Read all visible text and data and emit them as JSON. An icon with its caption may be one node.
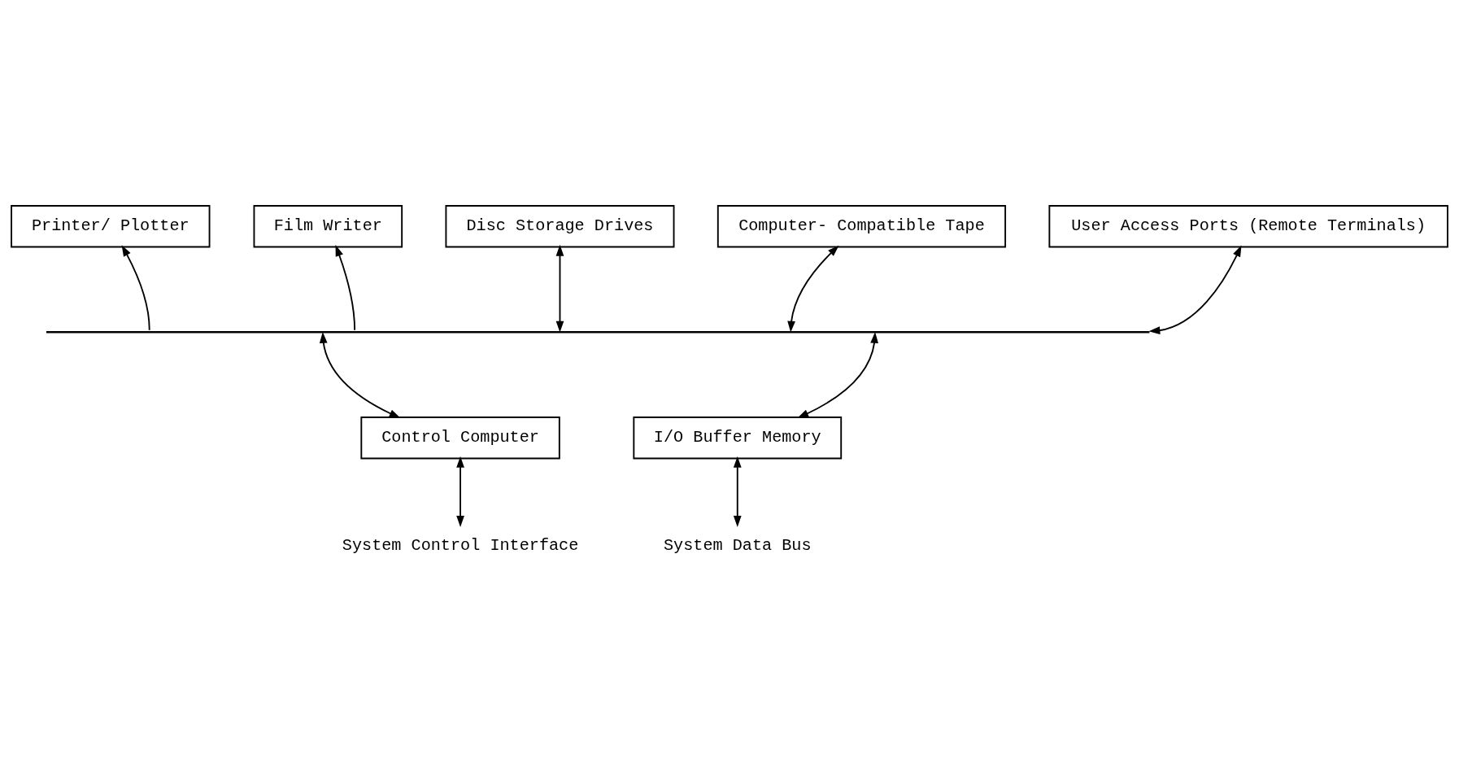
{
  "diagram": {
    "nodes": [
      {
        "text": [
          "Printer/ Plotter"
        ]
      },
      {
        "text": [
          "Film Writer"
        ]
      },
      {
        "text": [
          "Disc Storage Drives"
        ]
      },
      {
        "text": [
          "Computer- Compatible Tape"
        ]
      },
      {
        "text": [
          "User Access Ports (Remote Terminals)"
        ]
      },
      {
        "text": [],
        "shape": "bar"
      },
      {
        "text": [
          "Control Computer"
        ]
      },
      {
        "text": [
          "I/O Buffer Memory"
        ]
      },
      {
        "text": [
          "System Control Interface"
        ]
      },
      {
        "text": [
          "System Data Bus"
        ]
      }
    ],
    "edges": [
      {
        "from": 5,
        "to": 0,
        "arrow": "to"
      },
      {
        "from": 5,
        "to": 1,
        "arrow": "to"
      },
      {
        "from": 5,
        "to": 2,
        "arrow": "both"
      },
      {
        "from": 5,
        "to": 3,
        "arrow": "both"
      },
      {
        "from": 5,
        "to": 4,
        "arrow": "both"
      },
      {
        "from": 6,
        "to": 5,
        "arrow": "both"
      },
      {
        "from": 7,
        "to": 5,
        "arrow": "both"
      },
      {
        "from": 8,
        "to": 6,
        "arrow": "both"
      },
      {
        "from": 9,
        "to": 7,
        "arrow": "both"
      }
    ]
  }
}
